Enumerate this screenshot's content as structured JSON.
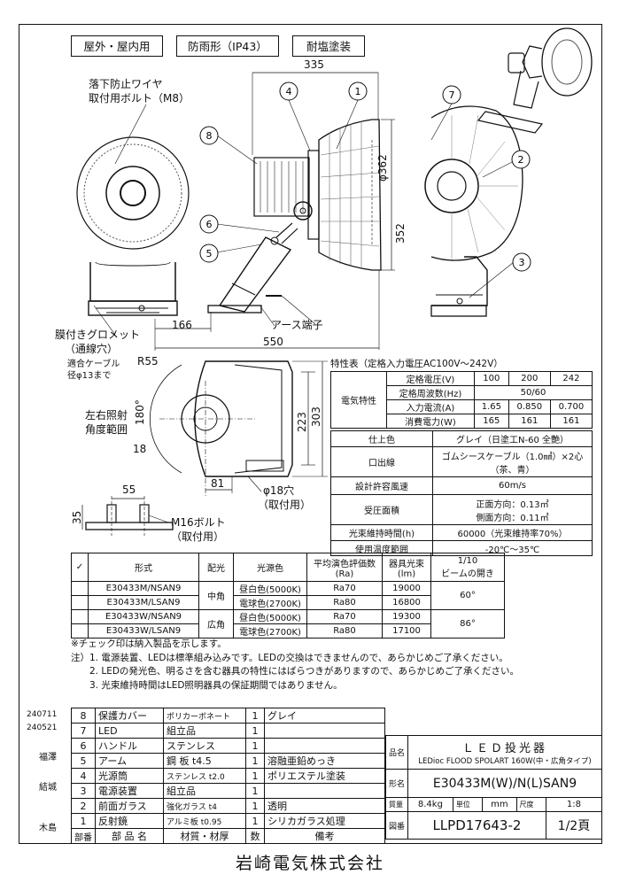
{
  "badges": [
    "屋外・屋内用",
    "防雨形（IP43）",
    "耐塩塗装"
  ],
  "callouts": {
    "wire_bolt_1": "落下防止ワイヤ",
    "wire_bolt_2": "取付用ボルト（M8）",
    "grommet_1": "膜付きグロメット",
    "grommet_2": "（通線穴）",
    "cable_1": "適合ケーブル",
    "cable_2": "径φ13まで",
    "earth": "アース端子",
    "angle_1": "左右照射",
    "angle_2": "角度範囲",
    "hole_1": "φ18穴",
    "hole_2": "（取付用）",
    "bolt_1": "M16ボルト",
    "bolt_2": "（取付用）"
  },
  "dimensions": {
    "d335": "335",
    "d362": "φ362",
    "d352": "352",
    "d166": "166",
    "d550": "550",
    "r55": "R55",
    "d223": "223",
    "d303": "303",
    "d180": "180°",
    "d18": "18",
    "d81": "81",
    "d55": "55",
    "d35": "35"
  },
  "part_markers": [
    "1",
    "2",
    "3",
    "4",
    "5",
    "6",
    "7",
    "8"
  ],
  "spec": {
    "title": "特性表（定格入力電圧AC100V～242V）",
    "group": "電気特性",
    "rows": [
      {
        "label": "定格電圧(V)",
        "v": [
          "100",
          "200",
          "242"
        ]
      },
      {
        "label": "定格周波数(Hz)",
        "v": [
          "50/60"
        ]
      },
      {
        "label": "入力電流(A)",
        "v": [
          "1.65",
          "0.850",
          "0.700"
        ]
      },
      {
        "label": "消費電力(W)",
        "v": [
          "165",
          "161",
          "161"
        ]
      }
    ]
  },
  "props": [
    {
      "label": "仕上色",
      "value": "グレイ（日塗工N-60 全艶）"
    },
    {
      "label": "口出線",
      "value": "ゴムシースケーブル（1.0㎟）×2心",
      "value2": "（茶、青）"
    },
    {
      "label": "設計許容風速",
      "value": "60m/s"
    },
    {
      "label": "受圧面積",
      "value": "正面方向：0.13㎡",
      "value2": "側面方向：0.11㎡"
    },
    {
      "label": "光束維持時間(h)",
      "value": "60000（光束維持率70%）"
    },
    {
      "label": "使用温度範囲",
      "value": "-20℃～35℃"
    }
  ],
  "models": {
    "headers": [
      "✓",
      "形式",
      "配光",
      "光源色",
      "平均演色評価数",
      "(Ra)",
      "器具光束",
      "(lm)",
      "1/10",
      "ビームの開き"
    ],
    "dist": [
      "中角",
      "広角"
    ],
    "beam": [
      "60°",
      "86°"
    ],
    "rows": [
      {
        "model": "E30433M/NSAN9",
        "color": "昼白色(5000K)",
        "ra": "Ra70",
        "lm": "19000"
      },
      {
        "model": "E30433M/LSAN9",
        "color": "電球色(2700K)",
        "ra": "Ra80",
        "lm": "16800"
      },
      {
        "model": "E30433W/NSAN9",
        "color": "昼白色(5000K)",
        "ra": "Ra70",
        "lm": "19300"
      },
      {
        "model": "E30433W/LSAN9",
        "color": "電球色(2700K)",
        "ra": "Ra80",
        "lm": "17100"
      }
    ]
  },
  "notes": [
    "※チェック印は納入製品を示します。",
    "注）1. 電源装置、LEDは標準組み込みです。LEDの交換はできませんので、あらかじめご了承ください。",
    "　　2. LEDの発光色、明るさを含む器具の特性にはばらつきがありますので、あらかじめご了承ください。",
    "　　3. 光束維持時間はLED照明器具の保証期間ではありません。"
  ],
  "revisions": [
    "240711",
    "240521"
  ],
  "signatures": [
    "福澤",
    "結城",
    "木島"
  ],
  "parts": [
    {
      "no": "8",
      "name": "保護カバー",
      "mat": "ポリカーボネート",
      "qty": "1",
      "rem": "グレイ"
    },
    {
      "no": "7",
      "name": "LED",
      "mat": "組立品",
      "qty": "1",
      "rem": ""
    },
    {
      "no": "6",
      "name": "ハンドル",
      "mat": "ステンレス",
      "qty": "1",
      "rem": ""
    },
    {
      "no": "5",
      "name": "アーム",
      "mat": "鋼 板 t4.5",
      "qty": "1",
      "rem": "溶融亜鉛めっき"
    },
    {
      "no": "4",
      "name": "光源筒",
      "mat": "ステンレス t2.0",
      "qty": "1",
      "rem": "ポリエステル塗装"
    },
    {
      "no": "3",
      "name": "電源装置",
      "mat": "組立品",
      "qty": "1",
      "rem": ""
    },
    {
      "no": "2",
      "name": "前面ガラス",
      "mat": "強化ガラス t4",
      "qty": "1",
      "rem": "透明"
    },
    {
      "no": "1",
      "name": "反射鏡",
      "mat": "アルミ板 t0.95",
      "qty": "1",
      "rem": "シリカガラス処理"
    }
  ],
  "parts_header": {
    "no": "部番",
    "name": "部 品 名",
    "mat": "材質・材厚",
    "qty": "数",
    "rem": "備考"
  },
  "titleblock": {
    "hin_label": "品名",
    "product_name": "ＬＥＤ投光器",
    "product_sub": "LEDioc FLOOD SPOLART 160W(中・広角タイプ)",
    "kei_label": "形名",
    "model": "E30433M(W)/N(L)SAN9",
    "mass_label": "質量",
    "mass": "8.4kg",
    "unit_label": "単位",
    "unit": "mm",
    "scale_label": "尺度",
    "scale": "1:8",
    "zuban_label": "図番",
    "zuban": "LLPD17643-2",
    "page": "1/2頁"
  },
  "company": "岩崎電気株式会社"
}
